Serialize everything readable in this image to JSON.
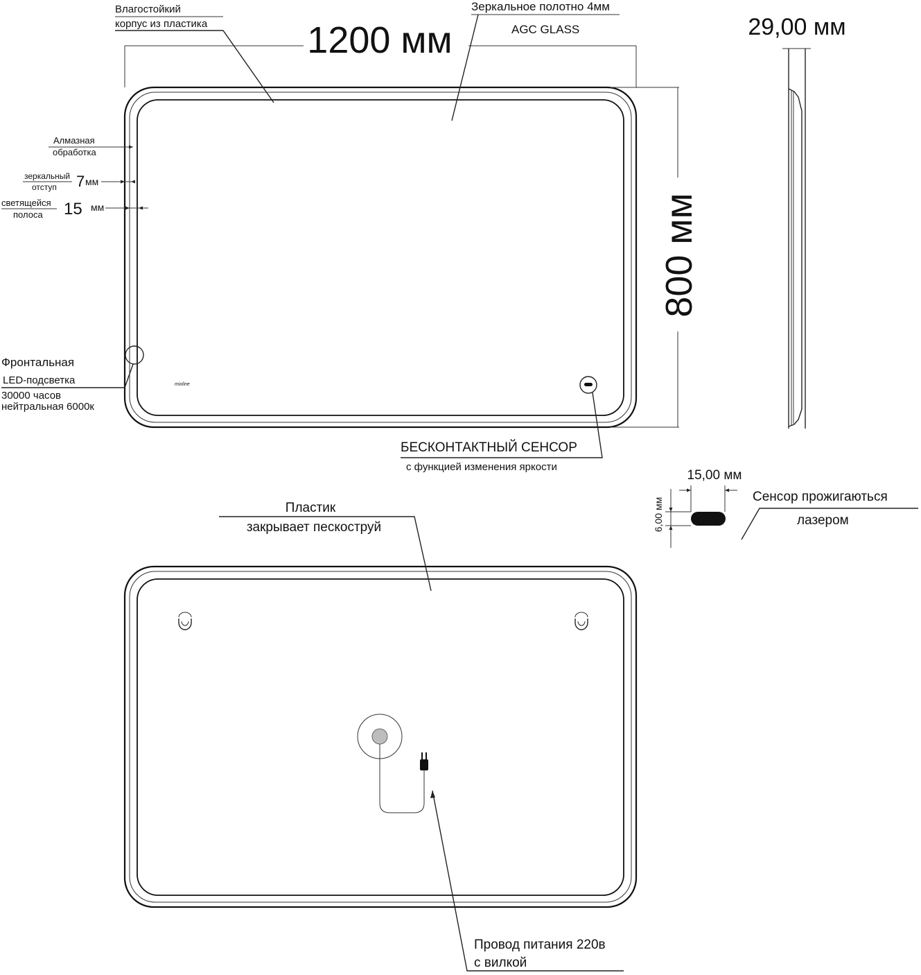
{
  "front_view": {
    "width_label": "1200 мм",
    "height_label": "800 мм",
    "glass_label_1": "Зеркальное  полотно 4мм",
    "glass_label_2": "AGC GLASS",
    "housing_label_1": "Влагостойкий",
    "housing_label_2": "корпус из пластика",
    "diamond_label_1": "Алмазная",
    "diamond_label_2": "обработка",
    "mirror_offset_label_1": "зеркальный",
    "mirror_offset_label_2": "отступ",
    "mirror_offset_value": "7",
    "mirror_offset_unit": "мм",
    "strip_label_1": "светящейся",
    "strip_label_2": "полоса",
    "strip_value": "15",
    "strip_unit": "мм",
    "led_label_1": "Фронтальная",
    "led_label_2": "LED-подсветка",
    "led_label_3": "30000 часов",
    "led_label_4": "нейтральная 6000к",
    "sensor_label_1": "БЕСКОНТАКТНЫЙ СЕНСОР",
    "sensor_label_2": "с функцией изменения яркости",
    "logo_text": "mixline"
  },
  "side_view": {
    "depth_label": "29,00 мм"
  },
  "sensor_detail": {
    "width_label": "15,00 мм",
    "height_label": "6,00 мм",
    "note_1": "Сенсор прожигаються",
    "note_2": "лазером"
  },
  "back_view": {
    "plastic_label_1": "Пластик",
    "plastic_label_2": "закрывает пескоструй",
    "cable_label_1": "Провод питания 220в",
    "cable_label_2": "с вилкой"
  }
}
